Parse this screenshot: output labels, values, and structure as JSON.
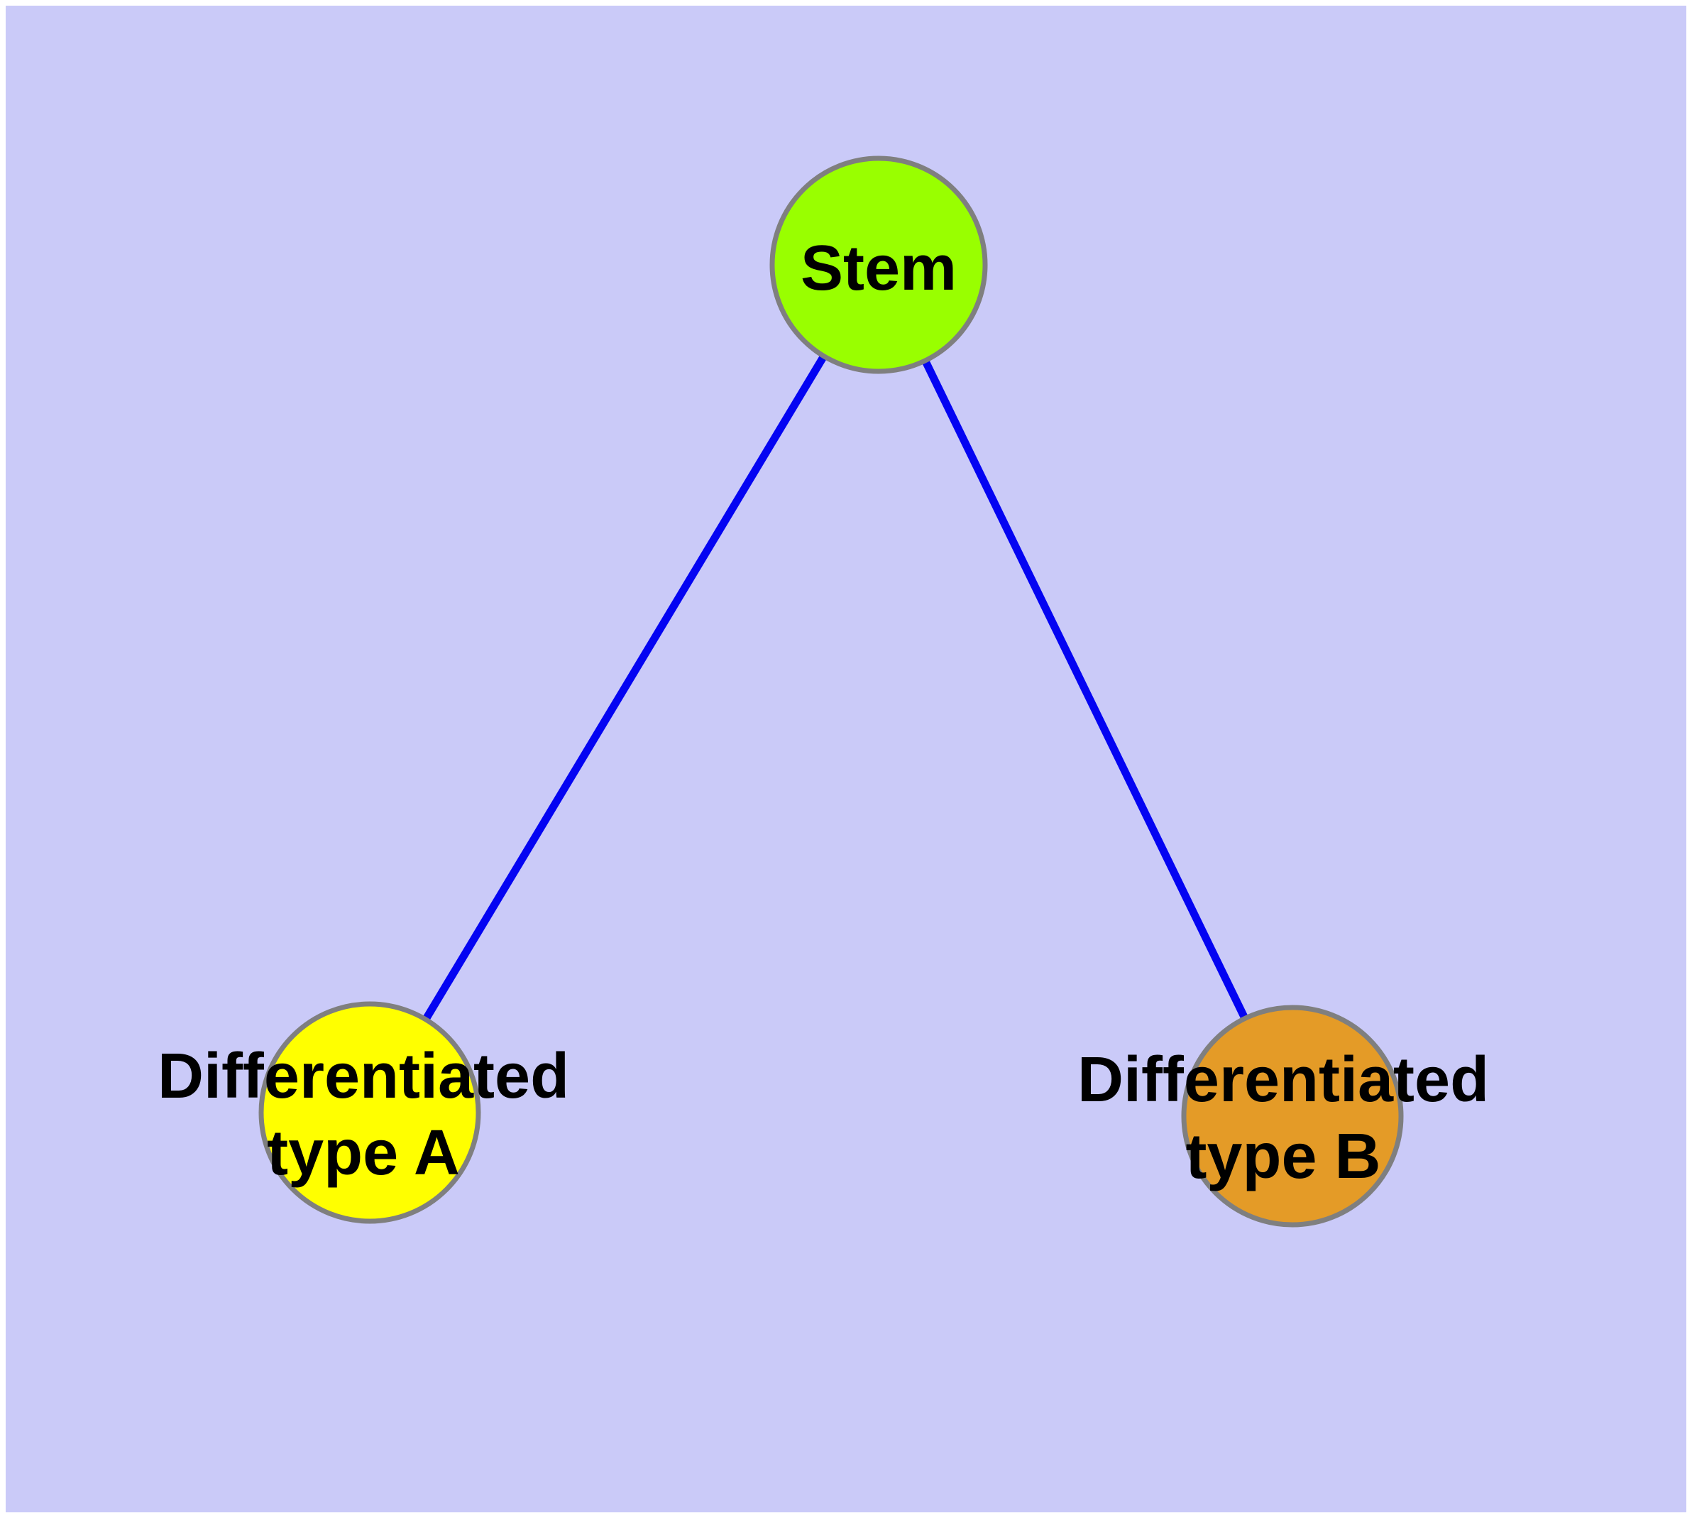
{
  "diagram": {
    "type": "node-link-graph",
    "background_color": "#cacaf8",
    "page_border_color": "#ffffff",
    "edge_color": "#0404f2",
    "node_border_color": "#7f7f7f",
    "label_color": "#000000",
    "nodes": [
      {
        "id": "stem",
        "label": "Stem",
        "fill": "#99ff00"
      },
      {
        "id": "type-a",
        "label": "Differentiated type A",
        "label_line1": "Differentiated",
        "label_line2": "type A",
        "fill": "#ffff00"
      },
      {
        "id": "type-b",
        "label": "Differentiated type B",
        "label_line1": "Differentiated",
        "label_line2": "type B",
        "fill": "#e49b27"
      }
    ],
    "edges": [
      {
        "from": "stem",
        "to": "type-a"
      },
      {
        "from": "stem",
        "to": "type-b"
      }
    ]
  }
}
